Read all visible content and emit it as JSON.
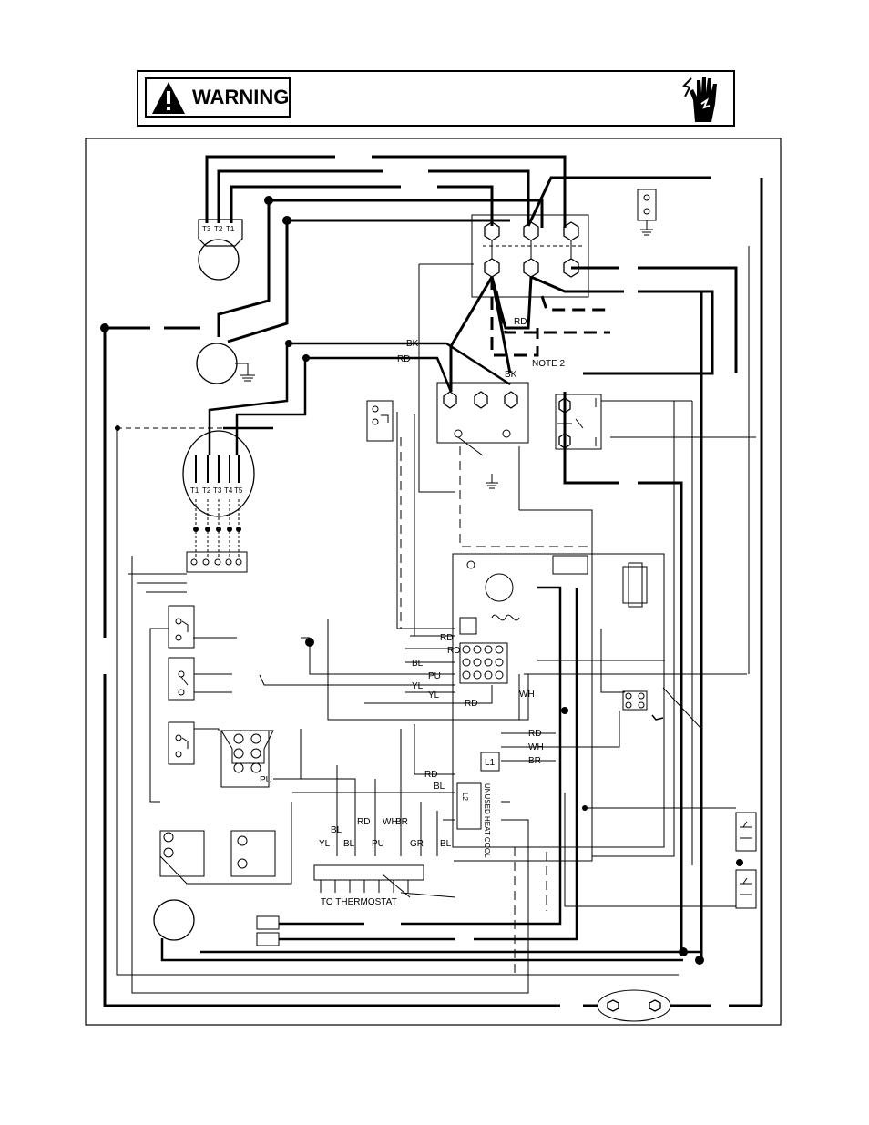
{
  "warning": {
    "label": "WARNING"
  },
  "labels": {
    "motor_terminals_top": [
      "T3",
      "T2",
      "T1"
    ],
    "motor_terminals_blower": [
      "T1",
      "T2",
      "T3",
      "T4",
      "T5"
    ],
    "wire_bk": "BK",
    "wire_rd": "RD",
    "note": "NOTE 2",
    "relay_rd": "RD",
    "board_wires_left": [
      "RD",
      "RD",
      "BL",
      "PU",
      "YL",
      "YL",
      "RD"
    ],
    "board_wire_wh": "WH",
    "board_right_wires": [
      "RD",
      "WH",
      "BR"
    ],
    "board_l1": "L1",
    "board_l2": "L2",
    "board_rd": "RD",
    "board_bl": "BL",
    "board_vertical_text": "UNUSED HEAT COOL",
    "pu_label": "PU",
    "thermostat_wires": [
      "YL",
      "BL",
      "BL",
      "RD",
      "PU",
      "WH",
      "BR",
      "GR",
      "BL"
    ],
    "thermostat": "TO THERMOSTAT"
  }
}
